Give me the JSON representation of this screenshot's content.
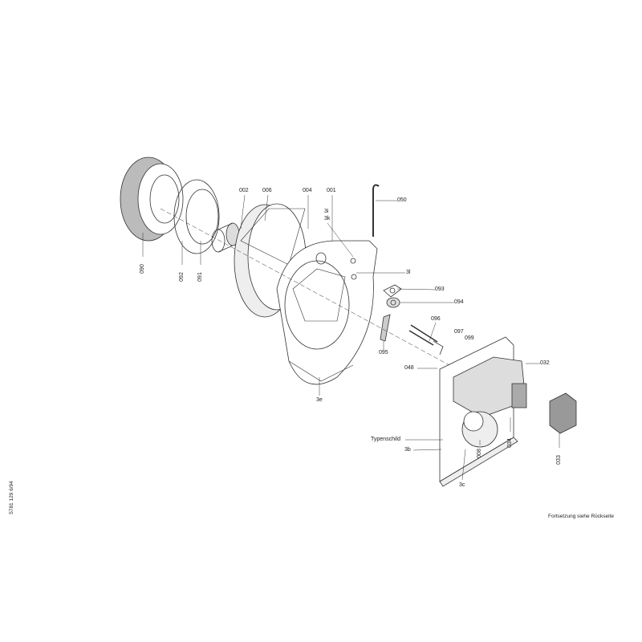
{
  "labels": {
    "p002": "002",
    "p006": "006",
    "p004": "004",
    "p001": "001",
    "p050": "050",
    "p3i": "3i",
    "p3k": "3k",
    "p3l": "3l",
    "p093": "093",
    "p094": "094",
    "p096": "096",
    "p097": "097",
    "p099": "099",
    "p095": "095",
    "p048": "048",
    "p032": "032",
    "p090": "090",
    "p092": "092",
    "p091": "091",
    "p3e": "3e",
    "typenschild": "Typenschild",
    "p3b": "3b",
    "p008": "008",
    "p034": "034",
    "p033": "033",
    "p3c": "3c"
  },
  "footer": {
    "continuation": "Fortsetzung siehe Rückseite",
    "doc_number": "5781 129   6/94"
  }
}
